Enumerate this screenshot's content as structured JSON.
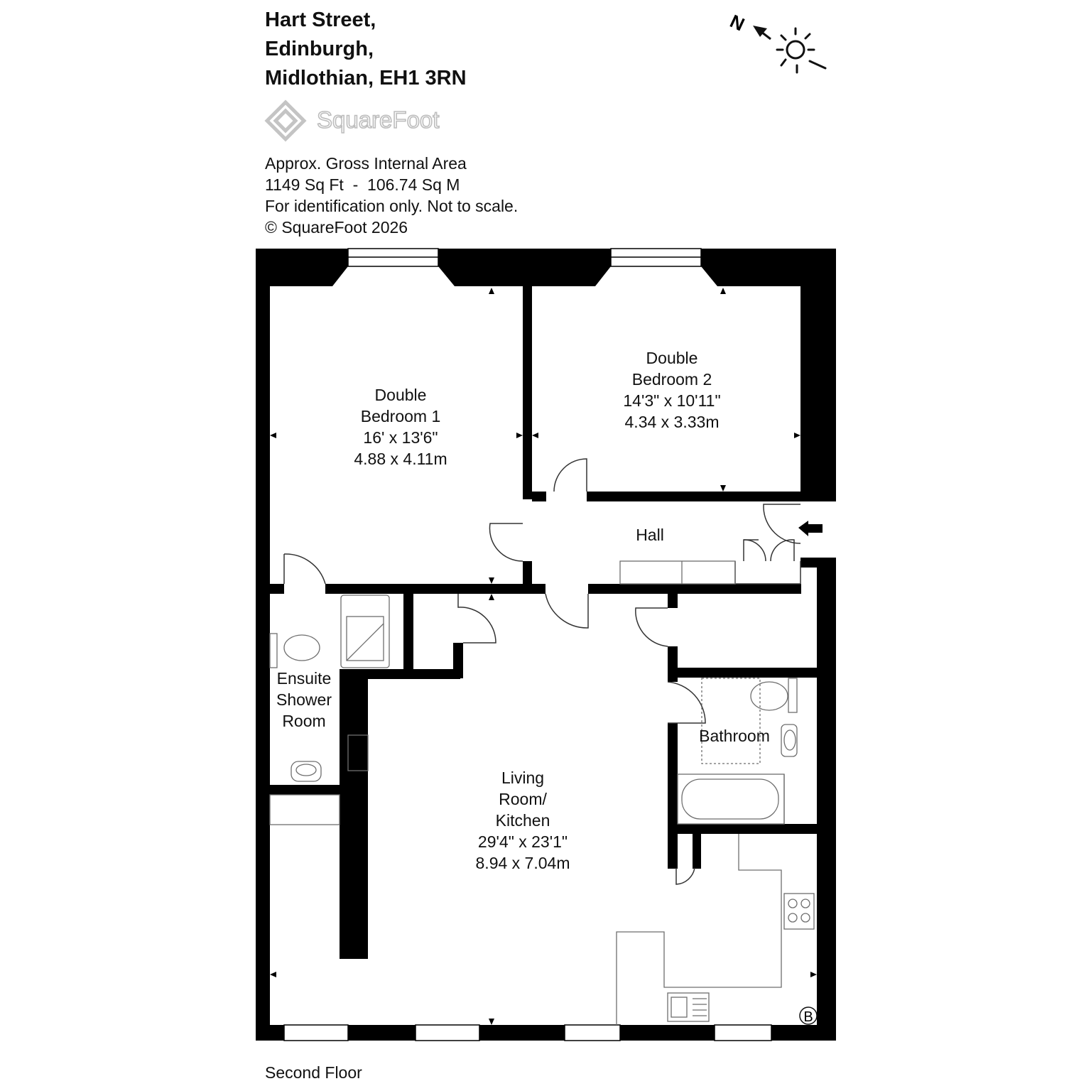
{
  "address": {
    "line1": "Hart Street,",
    "line2": "Edinburgh,",
    "line3": "Midlothian, EH1 3RN"
  },
  "logo": {
    "text": "SquareFoot"
  },
  "area_info": {
    "line1": "Approx. Gross Internal Area",
    "line2": "1149 Sq Ft  -  106.74 Sq M",
    "line3": "For identification only. Not to scale.",
    "line4": "© SquareFoot 2026"
  },
  "compass": {
    "north_label": "N",
    "icon": "north-arrow-sun-icon"
  },
  "rooms": {
    "bedroom1": {
      "name1": "Double",
      "name2": "Bedroom 1",
      "imperial": "16' x 13'6\"",
      "metric": "4.88 x 4.11m"
    },
    "bedroom2": {
      "name1": "Double",
      "name2": "Bedroom 2",
      "imperial": "14'3\" x 10'11\"",
      "metric": "4.34 x 3.33m"
    },
    "hall": {
      "name": "Hall"
    },
    "ensuite": {
      "name1": "Ensuite",
      "name2": "Shower",
      "name3": "Room"
    },
    "bathroom": {
      "name": "Bathroom"
    },
    "living": {
      "name1": "Living",
      "name2": "Room/",
      "name3": "Kitchen",
      "imperial": "29'4\" x 23'1\"",
      "metric": "8.94 x 7.04m"
    }
  },
  "boiler_label": "B",
  "floor_label": "Second Floor",
  "colors": {
    "wall": "#000000",
    "fixture": "#6e6e6e",
    "logo": "#c4c4c4"
  }
}
